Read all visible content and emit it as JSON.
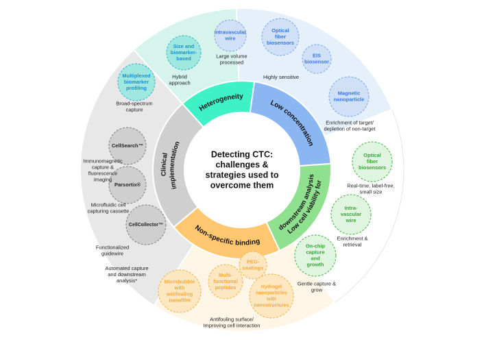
{
  "center": {
    "lines": [
      "Detecting CTC:",
      "challenges &",
      "strategies used to",
      "overcome them"
    ]
  },
  "challenges": [
    {
      "id": "heterogeneity",
      "label": "Heterogeneity",
      "color": "#3ff1c7"
    },
    {
      "id": "low-concentration",
      "label": "Low concentration",
      "color": "#8ab6f2"
    },
    {
      "id": "low-viability",
      "lines": [
        "Low cell viability for",
        "downstream analysis"
      ],
      "color": "#8fe08f"
    },
    {
      "id": "non-specific",
      "label": "Non-specific binding",
      "color": "#ffc870"
    },
    {
      "id": "clinical",
      "lines": [
        "Clinical",
        "implementation"
      ],
      "color": "#cfcfcf"
    }
  ],
  "sectors": {
    "heterogeneity": {
      "color": "#d6f4ec",
      "bubbles": [
        {
          "lines": [
            "Size and",
            "biomarker-",
            "based"
          ]
        },
        {
          "lines": [
            "Multiplexed",
            "biomarker",
            "profiling"
          ]
        }
      ],
      "labels": [
        {
          "lines": [
            "Hybrid",
            "approach"
          ]
        },
        {
          "lines": [
            "Broad-spectrum",
            "capture"
          ]
        }
      ]
    },
    "low_concentration": {
      "color": "#e6f0fb",
      "bubbles": [
        {
          "lines": [
            "Intravascular",
            "wire"
          ]
        },
        {
          "lines": [
            "Optical",
            "fiber",
            "biosensors"
          ]
        },
        {
          "lines": [
            "EIS",
            "biosensor"
          ]
        },
        {
          "lines": [
            "Magnetic",
            "nanoparticle"
          ]
        }
      ],
      "labels": [
        {
          "lines": [
            "Large volume",
            "processed"
          ]
        },
        {
          "lines": [
            "Highly sensitive"
          ]
        },
        {
          "lines": [
            "Enrichment of target/",
            "depletion of non-target"
          ]
        }
      ]
    },
    "low_viability": {
      "color": "#ffffff",
      "bubbles": [
        {
          "lines": [
            "Optical",
            "fiber",
            "biosensors"
          ]
        },
        {
          "lines": [
            "Intra-",
            "vascular",
            "wire"
          ]
        },
        {
          "lines": [
            "On-chip",
            "capture",
            "and",
            "growth"
          ]
        }
      ],
      "labels": [
        {
          "lines": [
            "Real-time, label-free,",
            "small size"
          ]
        },
        {
          "lines": [
            "Enrichment &",
            "retrieval"
          ]
        },
        {
          "lines": [
            "Gentle capture &",
            "grow"
          ]
        }
      ]
    },
    "non_specific": {
      "color": "#fdf6e6",
      "bubbles": [
        {
          "lines": [
            "PEG-",
            "coatings"
          ]
        },
        {
          "lines": [
            "Multi-",
            "functional",
            "peptides"
          ]
        },
        {
          "lines": [
            "Microbubble",
            "with",
            "antifouling",
            "nanofilm"
          ]
        },
        {
          "lines": [
            "Hydrogel",
            "nanoparticles",
            "with",
            "nanostructures"
          ]
        }
      ],
      "labels": [
        {
          "lines": [
            "Antifouling surface/",
            "Improving cell interaction"
          ]
        }
      ]
    },
    "clinical": {
      "color": "#e8e8e8",
      "bubbles": [
        {
          "lines": [
            "CellSearch™"
          ]
        },
        {
          "lines": [
            "Parsortix®"
          ]
        },
        {
          "lines": [
            "CellCollector™"
          ]
        }
      ],
      "labels": [
        {
          "lines": [
            "Immunomagnetic",
            "capture &",
            "fluorescence",
            "imaging"
          ]
        },
        {
          "lines": [
            "Microfluidic cell",
            "capturing cassette"
          ]
        },
        {
          "lines": [
            "Functionalized",
            "guidewire"
          ]
        },
        {
          "lines": [
            "Automated capture",
            "and downstream",
            "analysis*"
          ]
        }
      ]
    }
  },
  "colors": {
    "heterogeneity_text": "#1a8fd0",
    "low_concentration_text": "#3a78d8",
    "low_viability_text": "#3aa23a",
    "non_specific_text": "#f2a93b",
    "clinical_text": "#222222",
    "heterogeneity_bubble": "#9ee8e0",
    "heterogeneity_stroke": "#47b9c9",
    "low_concentration_bubble": "#cfe0f7",
    "low_concentration_stroke": "#8aaee8",
    "low_viability_bubble": "#dff5df",
    "low_viability_stroke": "#5bbf5b",
    "non_specific_bubble": "#fde7c0",
    "non_specific_stroke": "#f3bb58",
    "clinical_bubble": "#cfcfcf",
    "clinical_stroke": "#8c8c8c"
  }
}
